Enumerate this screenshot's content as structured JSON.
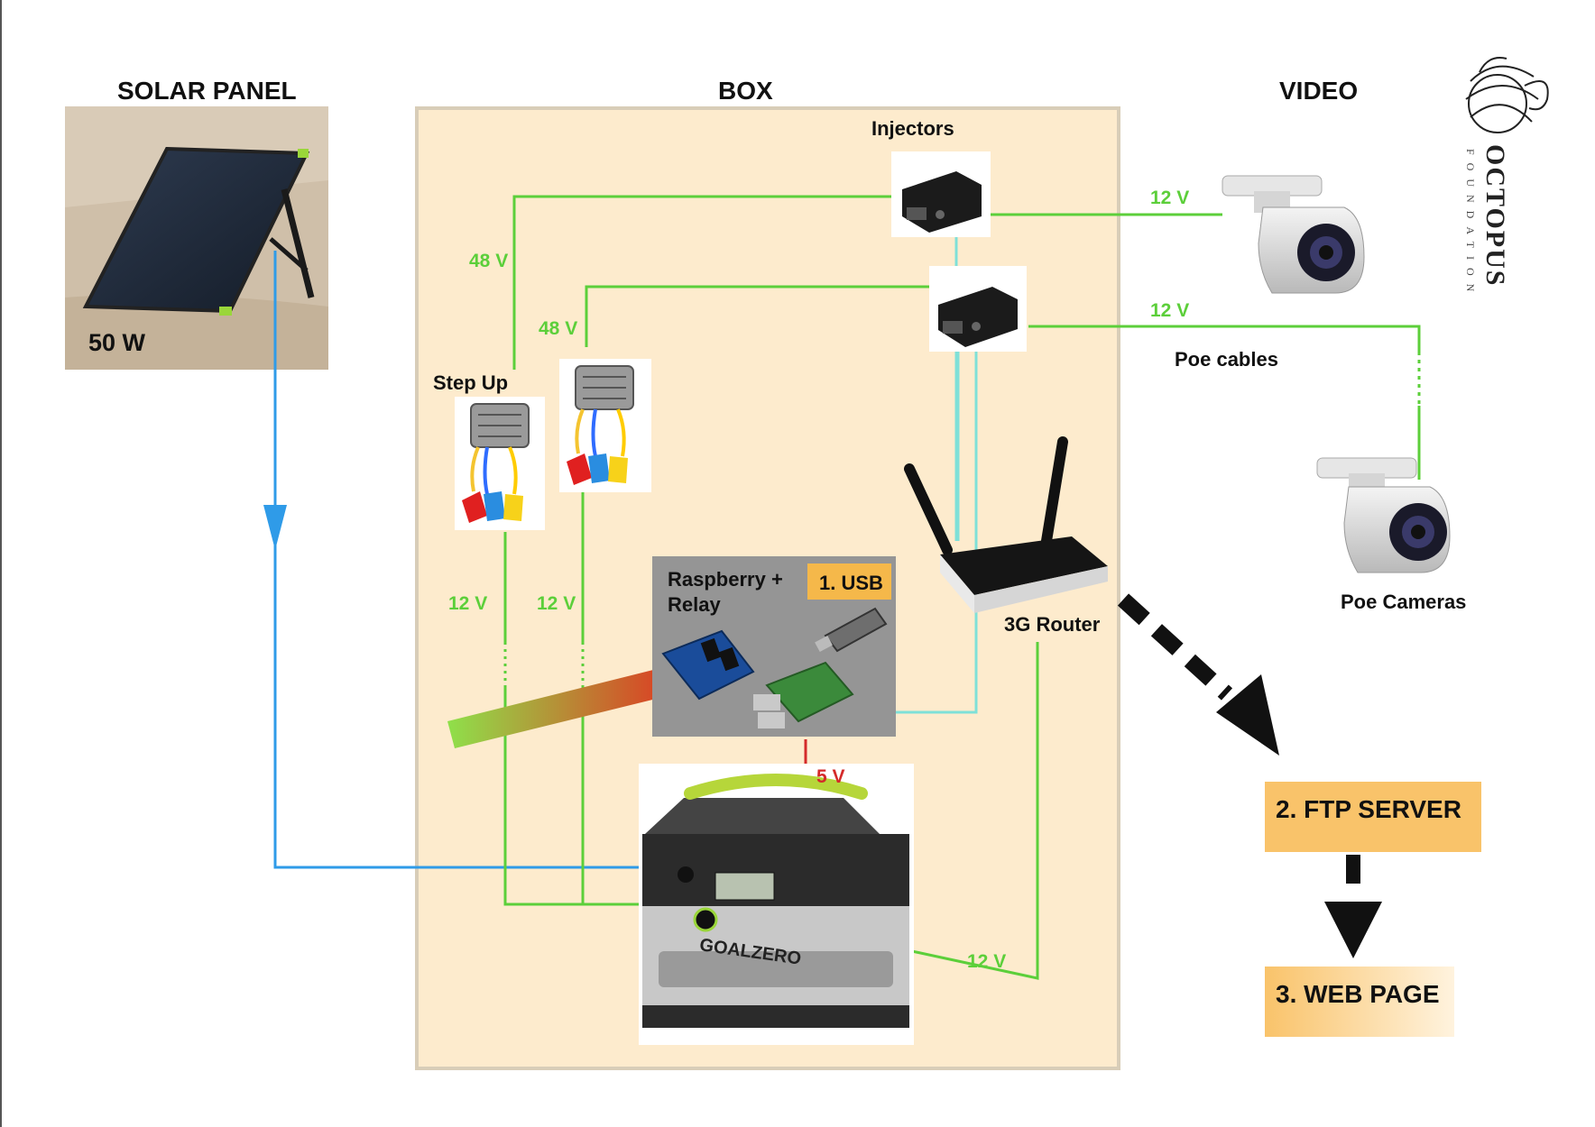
{
  "sections": {
    "solar": "SOLAR PANEL",
    "box": "BOX",
    "video": "VIDEO"
  },
  "solar_panel": {
    "power": "50 W"
  },
  "components": {
    "injectors": "Injectors",
    "step_up": "Step Up",
    "raspberry": "Raspberry +",
    "relay": "Relay",
    "usb": "1. USB",
    "router": "3G Router",
    "poe_cables": "Poe cables",
    "poe_cameras": "Poe Cameras",
    "battery_brand": "GOALZERO"
  },
  "voltages": {
    "injector_top": "48 V",
    "injector_bottom": "48 V",
    "stepup_left": "12 V",
    "stepup_right": "12 V",
    "camera_top": "12 V",
    "camera_bottom": "12 V",
    "router": "12 V",
    "raspberry": "5 V"
  },
  "outputs": {
    "ftp": "2. FTP SERVER",
    "web": "3. WEB PAGE"
  },
  "logo": {
    "name": "OCTOPUS",
    "subtitle": "FOUNDATION"
  },
  "colors": {
    "power_12v_48v": "#5ccf3a",
    "solar_line": "#2f9be8",
    "ethernet": "#7fe0d8",
    "dc_5v": "#d42a2a",
    "box_fill": "#fdebcd",
    "output_box": "#f9c36a"
  }
}
